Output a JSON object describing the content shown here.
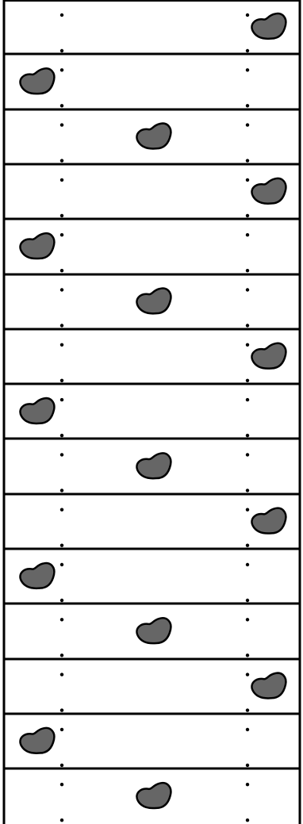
{
  "game": {
    "rows": [
      {
        "lane": "right"
      },
      {
        "lane": "left"
      },
      {
        "lane": "middle"
      },
      {
        "lane": "right"
      },
      {
        "lane": "left"
      },
      {
        "lane": "middle"
      },
      {
        "lane": "right"
      },
      {
        "lane": "left"
      },
      {
        "lane": "middle"
      },
      {
        "lane": "right"
      },
      {
        "lane": "left"
      },
      {
        "lane": "middle"
      },
      {
        "lane": "right"
      },
      {
        "lane": "left"
      },
      {
        "lane": "middle"
      }
    ],
    "colors": {
      "background": "#ffffff",
      "line": "#000000",
      "rock_fill": "#666666",
      "rock_stroke": "#000000",
      "marker_dot": "#000000"
    },
    "icons": {
      "obstacle": "rock-icon",
      "lane_marker": "lane-marker-dot"
    }
  }
}
